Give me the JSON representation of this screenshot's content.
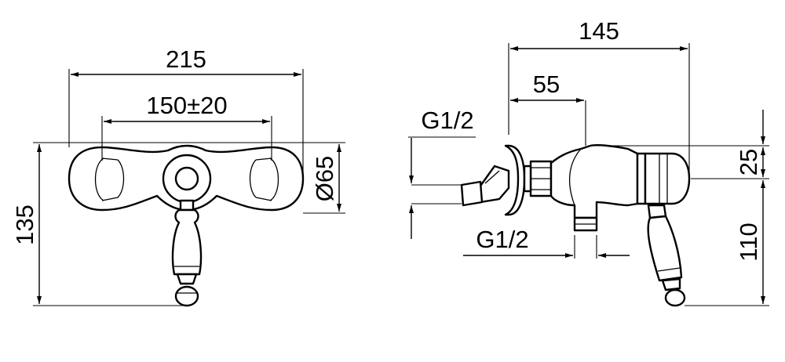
{
  "front_view": {
    "dim_overall_width": "215",
    "dim_center_distance": "150±20",
    "dim_height": "135",
    "dim_diameter": "Ø65"
  },
  "side_view": {
    "dim_depth": "145",
    "dim_wall_offset": "55",
    "thread_inlet": "G1/2",
    "thread_outlet": "G1/2",
    "dim_upper": "25",
    "dim_lower": "110"
  }
}
